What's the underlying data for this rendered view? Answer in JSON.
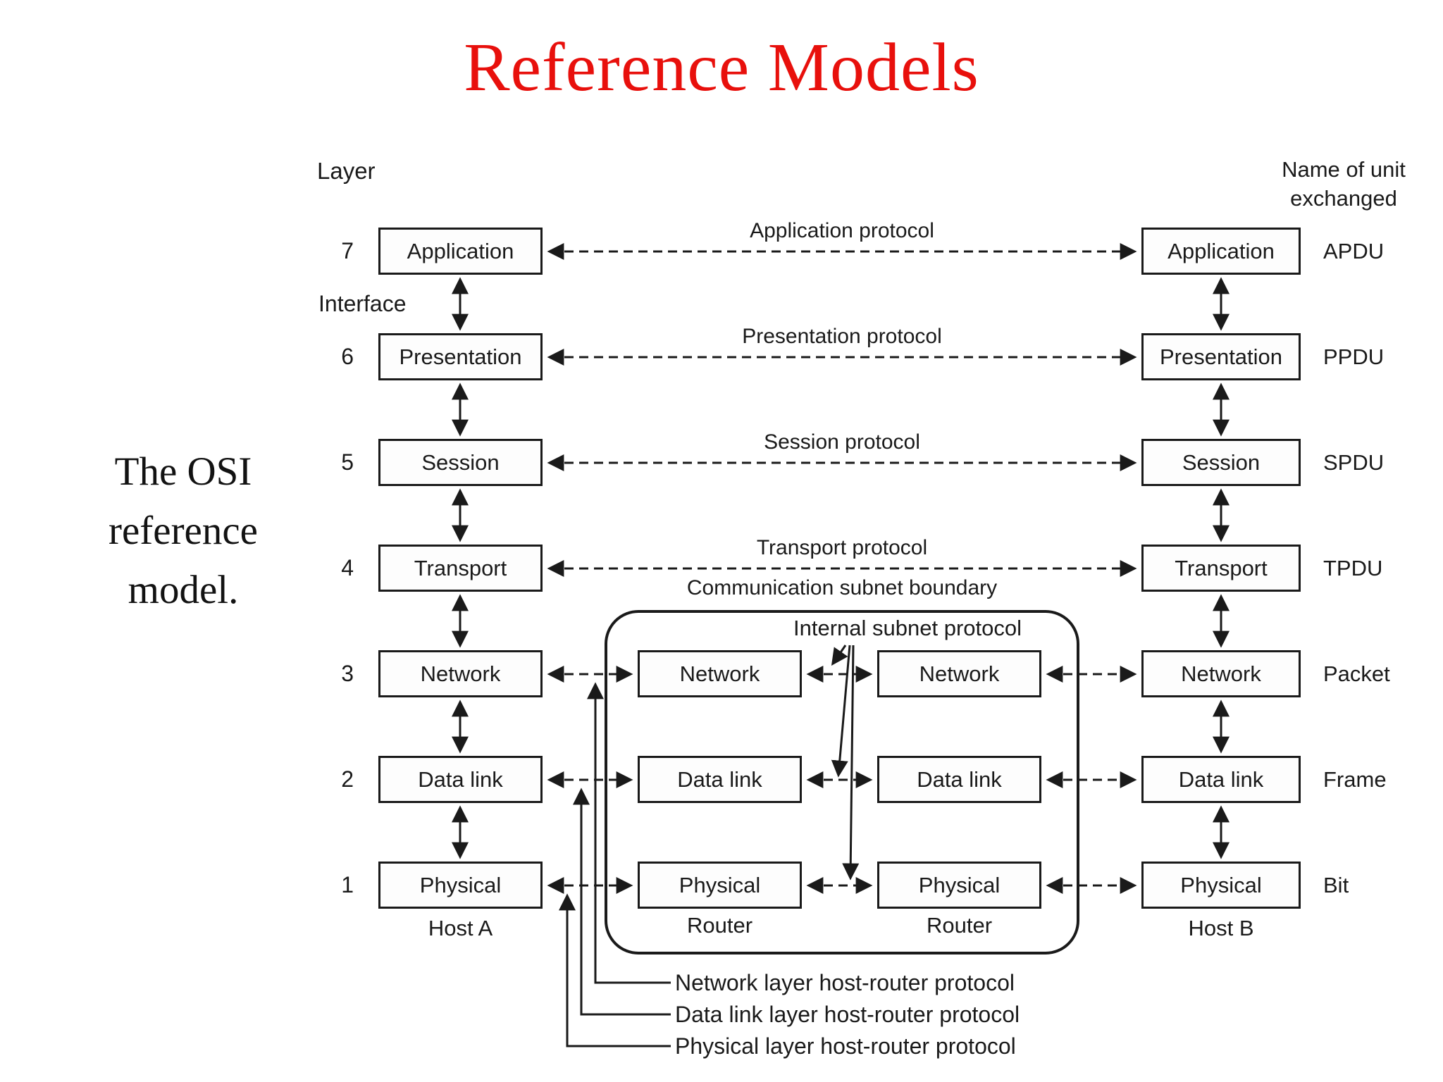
{
  "slide": {
    "title": "Reference Models",
    "caption": "The OSI\nreference\nmodel."
  },
  "diagram": {
    "layer_header": "Layer",
    "interface_label": "Interface",
    "unit_header": "Name of unit\nexchanged",
    "layers": [
      {
        "num": "7",
        "name": "Application",
        "protocol": "Application protocol",
        "unit": "APDU"
      },
      {
        "num": "6",
        "name": "Presentation",
        "protocol": "Presentation protocol",
        "unit": "PPDU"
      },
      {
        "num": "5",
        "name": "Session",
        "protocol": "Session protocol",
        "unit": "SPDU"
      },
      {
        "num": "4",
        "name": "Transport",
        "protocol": "Transport protocol",
        "unit": "TPDU"
      },
      {
        "num": "3",
        "name": "Network",
        "unit": "Packet"
      },
      {
        "num": "2",
        "name": "Data link",
        "unit": "Frame"
      },
      {
        "num": "1",
        "name": "Physical",
        "unit": "Bit"
      }
    ],
    "labels": {
      "host_a": "Host A",
      "host_b": "Host B",
      "router": "Router",
      "subnet_boundary": "Communication subnet boundary",
      "internal_subnet": "Internal subnet protocol"
    },
    "legend": [
      "Network layer host-router protocol",
      "Data link layer host-router protocol",
      "Physical layer host-router protocol"
    ],
    "colors": {
      "title": "#e8100c",
      "ink": "#1a1a1a"
    }
  }
}
